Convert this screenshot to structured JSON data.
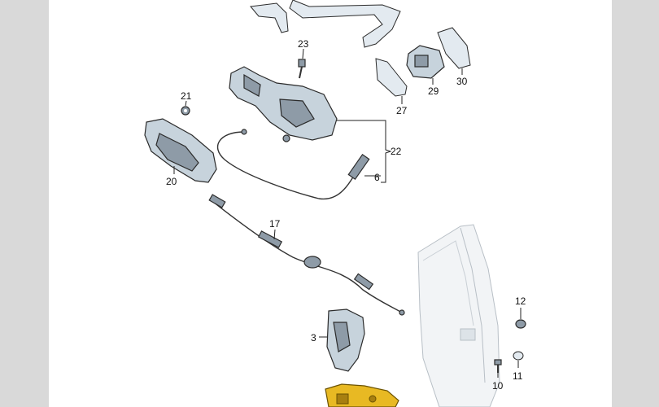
{
  "callouts": {
    "c23": "23",
    "c21": "21",
    "c20": "20",
    "c27": "27",
    "c29": "29",
    "c30": "30",
    "c22": "22",
    "c6": "6",
    "c17": "17",
    "c3": "3",
    "c12": "12",
    "c11": "11",
    "c10": "10"
  }
}
